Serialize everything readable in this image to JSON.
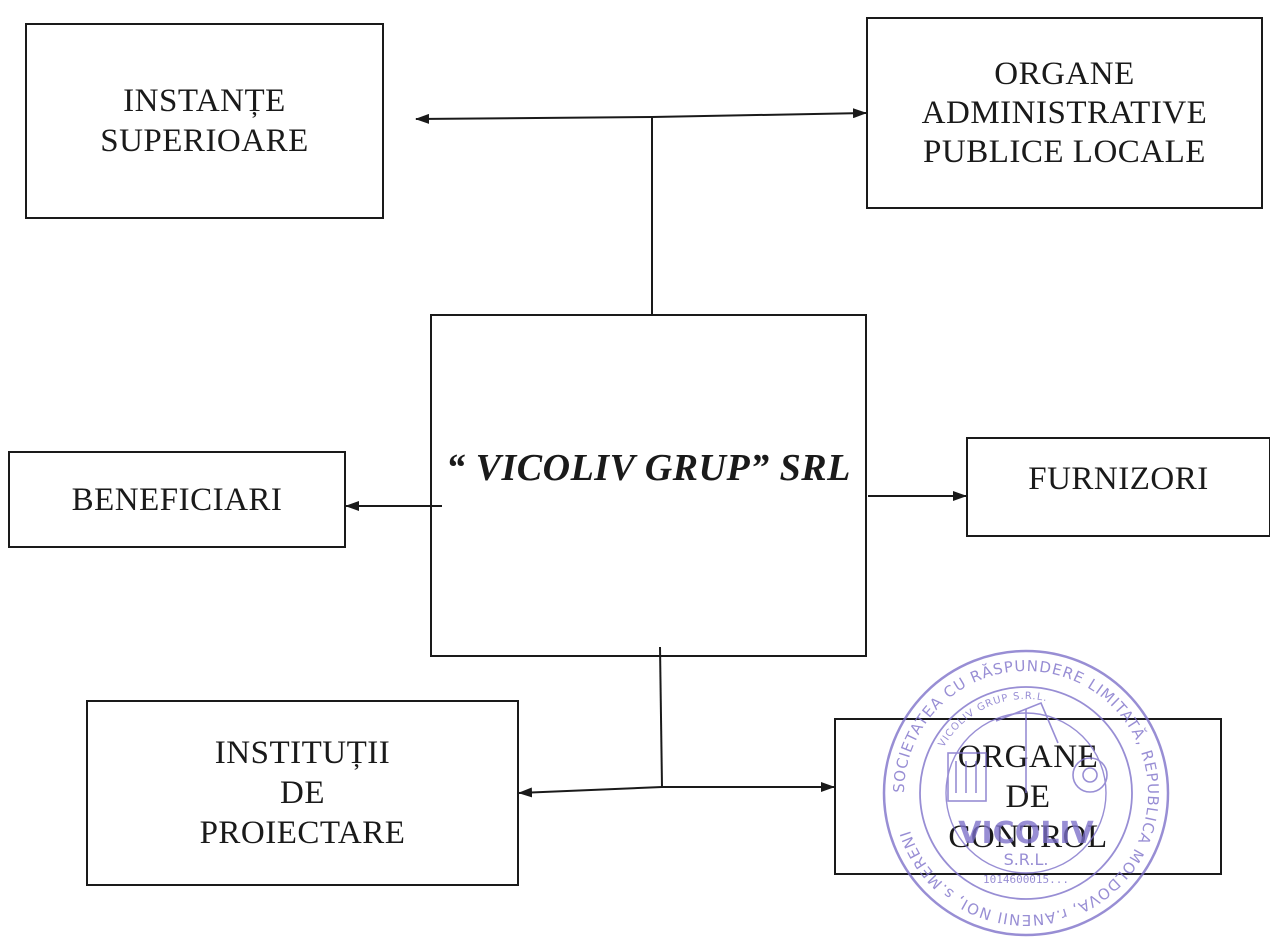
{
  "center": {
    "label": "“ VICOLIV GRUP” SRL"
  },
  "boxes": {
    "instante": "INSTANȚE\nSUPERIOARE",
    "organe_admin": "ORGANE\nADMINISTRATIVE\nPUBLICE  LOCALE",
    "beneficiari": "BENEFICIARI",
    "furnizori": "FURNIZORI",
    "institutii": "INSTITUȚII\nDE\nPROIECTARE",
    "organe_control": "ORGANE\nDE\nCONTROL"
  },
  "stamp": {
    "outer_text": "SOCIETATEA CU RĂSPUNDERE LIMITATĂ, REPUBLICA MOLDOVA, r.ANENII NOI, s.MERENI",
    "inner_text": "VICOLIV GRUP S.R.L.",
    "center_text": "VICOLIV",
    "sub_text": "S.R.L.",
    "number_text": "1014600015...",
    "color": "#7c6fc9"
  },
  "colors": {
    "ink": "#1a1a1a",
    "background": "#ffffff"
  }
}
